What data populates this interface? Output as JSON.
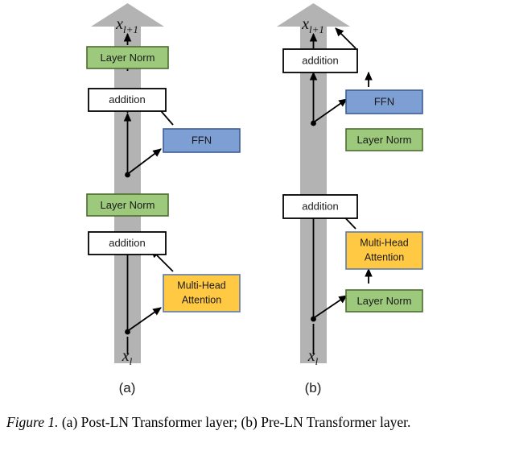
{
  "figure": {
    "caption_lead": "Figure 1.",
    "caption_body": " (a) Post-LN Transformer layer; (b) Pre-LN Transformer layer.",
    "caption_full": "Figure 1. (a) Post-LN Transformer layer; (b) Pre-LN Transformer layer."
  },
  "colors": {
    "layer_norm_fill": "#9CC97B",
    "layer_norm_stroke": "#4E6B2E",
    "ffn_fill": "#7E9FD4",
    "ffn_stroke": "#3E5E96",
    "attention_fill": "#FFC944",
    "attention_stroke": "#5B7BA8",
    "addition_fill": "#FFFFFF",
    "addition_stroke": "#000000",
    "residual_band": "#B3B3B3",
    "arrow": "#000000",
    "text": "#1A1A1A"
  },
  "panels": [
    {
      "id": "post-ln",
      "letter": "(a)",
      "input_label": "x",
      "input_sub": "l",
      "output_label": "x",
      "output_sub": "l+1",
      "blocks": [
        {
          "name": "layer-norm-top",
          "label": "Layer Norm",
          "type": "layer-norm"
        },
        {
          "name": "addition-top",
          "label": "addition",
          "type": "addition"
        },
        {
          "name": "ffn",
          "label": "FFN",
          "type": "ffn"
        },
        {
          "name": "layer-norm-bottom",
          "label": "Layer Norm",
          "type": "layer-norm"
        },
        {
          "name": "addition-bottom",
          "label": "addition",
          "type": "addition"
        },
        {
          "name": "multi-head-attention",
          "label": "Multi-Head\nAttention",
          "label_line1": "Multi-Head",
          "label_line2": "Attention",
          "type": "attention"
        }
      ]
    },
    {
      "id": "pre-ln",
      "letter": "(b)",
      "input_label": "x",
      "input_sub": "l",
      "output_label": "x",
      "output_sub": "l+1",
      "blocks": [
        {
          "name": "addition-top",
          "label": "addition",
          "type": "addition"
        },
        {
          "name": "ffn",
          "label": "FFN",
          "type": "ffn"
        },
        {
          "name": "layer-norm-ffn",
          "label": "Layer Norm",
          "type": "layer-norm"
        },
        {
          "name": "addition-bottom",
          "label": "addition",
          "type": "addition"
        },
        {
          "name": "multi-head-attention",
          "label_line1": "Multi-Head",
          "label_line2": "Attention",
          "type": "attention"
        },
        {
          "name": "layer-norm-attention",
          "label": "Layer Norm",
          "type": "layer-norm"
        }
      ]
    }
  ]
}
